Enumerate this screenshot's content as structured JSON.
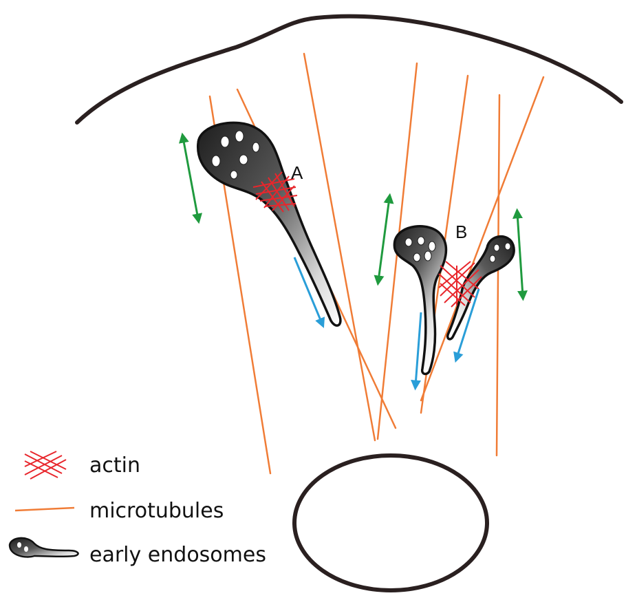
{
  "labels": {
    "endosome_a": "A",
    "endosome_b": "B"
  },
  "legend": {
    "actin": "actin",
    "microtubules": "microtubules",
    "early_endosomes": "early endosomes"
  },
  "colors": {
    "microtubule": "#f07c36",
    "actin": "#e8262c",
    "green_arrow": "#1f9a3e",
    "blue_arrow": "#2a9ed8",
    "outline": "#2a2020",
    "endosome_dark": "#2b2b2b"
  }
}
